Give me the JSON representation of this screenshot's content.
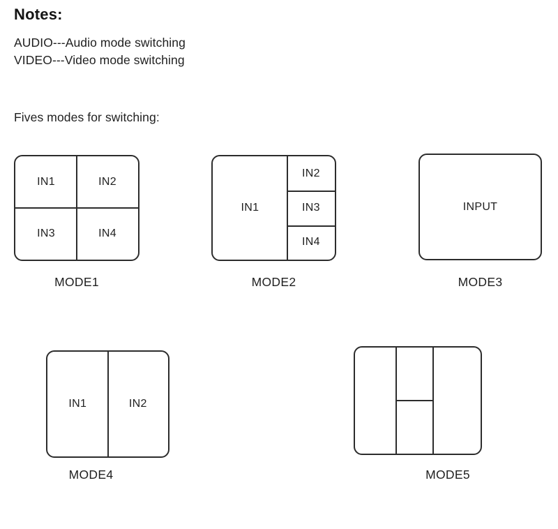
{
  "notes": {
    "heading": "Notes:",
    "lines": [
      "AUDIO---Audio mode switching",
      "VIDEO---Video mode switching"
    ]
  },
  "modes_section": {
    "caption": "Fives modes for switching:",
    "modes": [
      {
        "id": "mode1",
        "label": "MODE1",
        "layout": "2x2-grid",
        "cells": [
          {
            "label": "IN1",
            "position": "top-left"
          },
          {
            "label": "IN2",
            "position": "top-right"
          },
          {
            "label": "IN3",
            "position": "bottom-left"
          },
          {
            "label": "IN4",
            "position": "bottom-right"
          }
        ]
      },
      {
        "id": "mode2",
        "label": "MODE2",
        "layout": "main-left-plus-three-right",
        "cells": [
          {
            "label": "IN1",
            "position": "left-main"
          },
          {
            "label": "IN2",
            "position": "right-top"
          },
          {
            "label": "IN3",
            "position": "right-middle"
          },
          {
            "label": "IN4",
            "position": "right-bottom"
          }
        ]
      },
      {
        "id": "mode3",
        "label": "MODE3",
        "layout": "single-full",
        "cells": [
          {
            "label": "INPUT",
            "position": "full"
          }
        ]
      },
      {
        "id": "mode4",
        "label": "MODE4",
        "layout": "two-vertical-halves",
        "cells": [
          {
            "label": "IN1",
            "position": "left"
          },
          {
            "label": "IN2",
            "position": "right"
          }
        ]
      },
      {
        "id": "mode5",
        "label": "MODE5",
        "layout": "three-columns-middle-split",
        "cells": [
          {
            "label": "",
            "position": "left-column"
          },
          {
            "label": "",
            "position": "middle-top"
          },
          {
            "label": "",
            "position": "middle-bottom"
          },
          {
            "label": "",
            "position": "right-column"
          }
        ]
      }
    ]
  },
  "style": {
    "background": "#ffffff",
    "line_color": "#2c2c2c",
    "text_color": "#1f1f1f"
  }
}
